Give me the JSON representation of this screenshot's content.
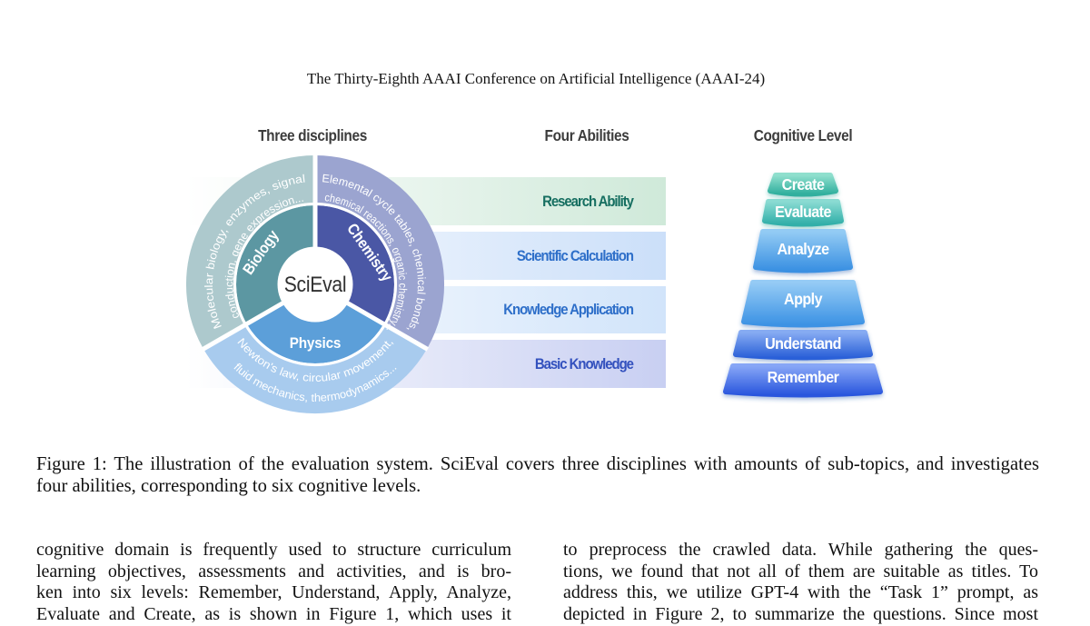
{
  "page": {
    "header": "The Thirty-Eighth AAAI Conference on Artificial Intelligence (AAAI-24)"
  },
  "figure": {
    "disciplines": {
      "title": "Three disciplines",
      "center_label": "SciEval",
      "segments": [
        {
          "name": "Biology",
          "desc_line1": "Molecular biology, enzymes, signal",
          "desc_line2": "conduction, gene expression...",
          "inner_color": "#5c97a2",
          "outer_color": "#adc9cd"
        },
        {
          "name": "Chemistry",
          "desc_line1": "Elemental cycle tables, chemical bonds,",
          "desc_line2": "chemical reactions, organic chemistry...",
          "inner_color": "#4a57a5",
          "outer_color": "#9ba4d0"
        },
        {
          "name": "Physics",
          "desc_line1": "Newton's law, circular movement,",
          "desc_line2": "fluid mechanics, thermodynamics...",
          "inner_color": "#5c9fd9",
          "outer_color": "#a8cbee"
        }
      ]
    },
    "abilities": {
      "title": "Four Abilities",
      "items": [
        {
          "label": "Research Ability",
          "text_color": "#156e60",
          "bar_color": "#cfe9d9"
        },
        {
          "label": "Scientific Calculation",
          "text_color": "#2e6fc9",
          "bar_color": "#cbdff9"
        },
        {
          "label": "Knowledge Application",
          "text_color": "#2e6fc9",
          "bar_color": "#d1e4fa"
        },
        {
          "label": "Basic Knowledge",
          "text_color": "#3351be",
          "bar_color": "#c8cff2"
        }
      ]
    },
    "cognitive": {
      "title": "Cognitive Level",
      "levels": [
        {
          "label": "Create",
          "top": "#8fdfcd",
          "bottom": "#30af9e"
        },
        {
          "label": "Evaluate",
          "top": "#8adbd2",
          "bottom": "#32afa9"
        },
        {
          "label": "Analyze",
          "top": "#93cbf4",
          "bottom": "#3a90e2"
        },
        {
          "label": "Apply",
          "top": "#95cbf5",
          "bottom": "#3c92e4"
        },
        {
          "label": "Understand",
          "top": "#86abf2",
          "bottom": "#2a60d8"
        },
        {
          "label": "Remember",
          "top": "#87a6f6",
          "bottom": "#2956dd"
        }
      ]
    }
  },
  "caption": {
    "line1": "Figure 1: The illustration of the evaluation system. SciEval covers three disciplines with amounts of sub-topics, and investigates",
    "line2": "four abilities, corresponding to six cognitive levels."
  },
  "body": {
    "left": [
      "cognitive domain is frequently used to structure curriculum",
      "learning objectives, assessments and activities, and is bro-",
      "ken into six levels: Remember, Understand, Apply, Analyze,",
      "Evaluate and Create, as is shown in Figure 1, which uses it"
    ],
    "right": [
      "to preprocess the crawled data. While gathering the ques-",
      "tions, we found that not all of them are suitable as titles. To",
      "address this, we utilize GPT-4 with the “Task 1” prompt, as",
      "depicted in Figure 2, to summarize the questions. Since most"
    ]
  }
}
